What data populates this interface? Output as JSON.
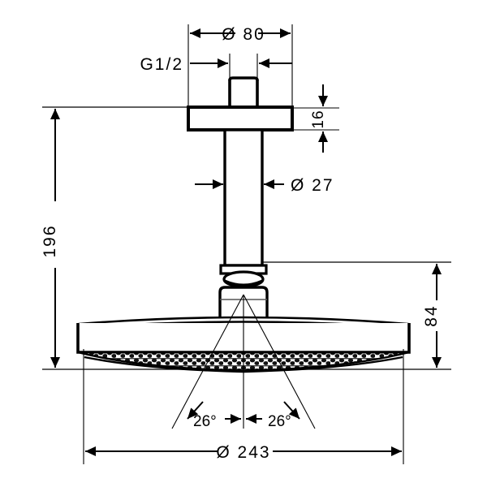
{
  "drawing": {
    "title": "Overhead shower technical dimension drawing",
    "subject": "ceiling-mounted overhead shower head",
    "units": "mm",
    "line_color": "#000000",
    "background_color": "#ffffff"
  },
  "dimensions": {
    "arm_flange_width": {
      "label": "Ø 80",
      "value": 80,
      "symbol": "Ø",
      "position": "top",
      "orientation": "horizontal"
    },
    "thread": {
      "label": "G1/2",
      "value": "G1/2",
      "position": "top-left",
      "orientation": "horizontal"
    },
    "flange_thickness": {
      "label": "16",
      "value": 16,
      "position": "top-right",
      "orientation": "vertical"
    },
    "arm_diameter": {
      "label": "Ø 27",
      "value": 27,
      "symbol": "Ø",
      "position": "middle-right",
      "orientation": "horizontal"
    },
    "total_height": {
      "label": "196",
      "value": 196,
      "position": "left",
      "orientation": "vertical"
    },
    "lower_height": {
      "label": "84",
      "value": 84,
      "position": "right",
      "orientation": "vertical"
    },
    "head_diameter": {
      "label": "Ø 243",
      "value": 243,
      "symbol": "Ø",
      "position": "bottom",
      "orientation": "horizontal"
    },
    "spray_angle_left": {
      "label": "26°",
      "value": 26,
      "symbol": "°",
      "position": "bottom-center-left"
    },
    "spray_angle_right": {
      "label": "26°",
      "value": 26,
      "symbol": "°",
      "position": "bottom-center-right"
    }
  }
}
